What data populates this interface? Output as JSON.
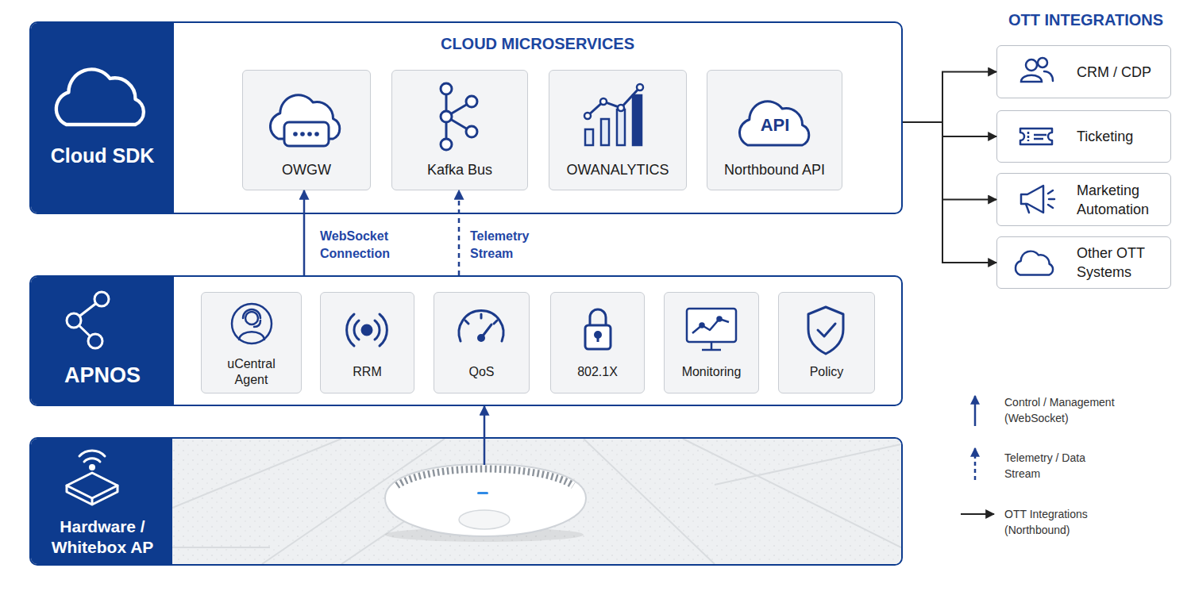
{
  "diagram": {
    "nodes": [
      {
        "text": [
          "Cloud SDK",
          "CLOUD MICROSERVICES"
        ]
      },
      {
        "text": [
          "OWGW"
        ],
        "in": 0
      },
      {
        "text": [
          "Kafka Bus"
        ],
        "in": 0
      },
      {
        "text": [
          "OWANALYTICS"
        ],
        "in": 0
      },
      {
        "text": [
          "Northbound API"
        ],
        "in": 0
      },
      {
        "text": [
          "CRM / CDP"
        ]
      },
      {
        "text": [
          "Ticketing"
        ]
      },
      {
        "text": [
          "Marketing Automation"
        ]
      },
      {
        "text": [
          "Other OTT Systems"
        ]
      },
      {
        "text": [
          "APNOS"
        ]
      },
      {
        "text": [
          "uCentral Agent"
        ],
        "in": 9
      },
      {
        "text": [
          "RRM"
        ],
        "in": 9
      },
      {
        "text": [
          "QoS"
        ],
        "in": 9
      },
      {
        "text": [
          "802.1X"
        ],
        "in": 9
      },
      {
        "text": [
          "Monitoring"
        ],
        "in": 9
      },
      {
        "text": [
          "Policy"
        ],
        "in": 9
      },
      {
        "text": [
          "Hardware / Whitebox AP"
        ]
      }
    ],
    "edges": [
      {
        "from": 9,
        "to": 1,
        "arrow": "to",
        "label": "WebSocket Connection"
      },
      {
        "from": 9,
        "to": 2,
        "arrow": "to",
        "label": "Telemetry Stream"
      },
      {
        "from": 16,
        "to": 9,
        "arrow": "to"
      },
      {
        "from": 0,
        "to": 5,
        "arrow": "to"
      },
      {
        "from": 0,
        "to": 6,
        "arrow": "to"
      },
      {
        "from": 0,
        "to": 7,
        "arrow": "to"
      },
      {
        "from": 0,
        "to": 8,
        "arrow": "to"
      }
    ],
    "labels": [
      "OTT INTEGRATIONS",
      "API"
    ],
    "legend": [
      {
        "text": "Control / Management (WebSocket)"
      },
      {
        "text": "Telemetry / Data Stream"
      },
      {
        "text": "OTT Integrations (Northbound)"
      }
    ]
  }
}
